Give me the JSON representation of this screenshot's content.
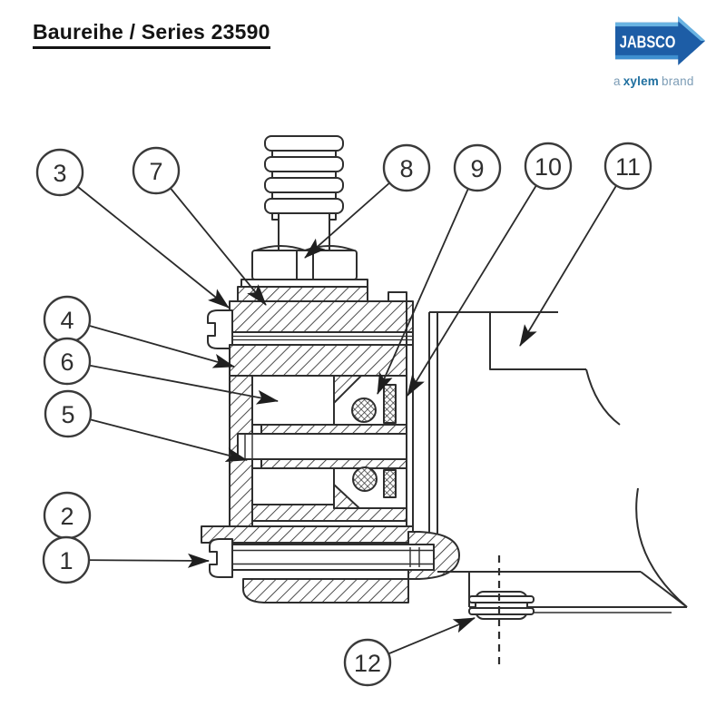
{
  "header": {
    "title": "Baureihe / Series 23590"
  },
  "logo": {
    "brand": "JABSCO",
    "tagline": {
      "prefix": "a",
      "brand": "xylem",
      "suffix": "brand"
    },
    "colors": {
      "arrow_blue": "#1d5da6",
      "stripe_light": "#69b3e2",
      "stripe_mid": "#3e8fd0",
      "brand_text": "#ffffff",
      "tagline_gray": "#7d9db6",
      "tagline_teal": "#1f6f9f"
    }
  },
  "diagram": {
    "type": "pump-cross-section-parts-diagram",
    "line_color": "#2e2e2e",
    "callouts": [
      {
        "label": "1"
      },
      {
        "label": "2"
      },
      {
        "label": "3"
      },
      {
        "label": "4"
      },
      {
        "label": "5"
      },
      {
        "label": "6"
      },
      {
        "label": "7"
      },
      {
        "label": "8"
      },
      {
        "label": "9"
      },
      {
        "label": "10"
      },
      {
        "label": "11"
      },
      {
        "label": "12"
      }
    ]
  }
}
